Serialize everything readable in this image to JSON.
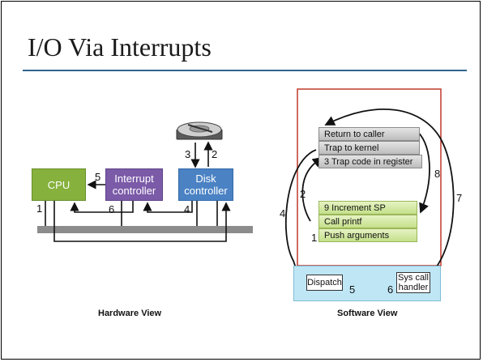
{
  "title": "I/O Via Interrupts",
  "hardware": {
    "cpu_label": "CPU",
    "interrupt_controller_label": "Interrupt controller",
    "disk_controller_label": "Disk controller",
    "steps": [
      "1",
      "2",
      "3",
      "4",
      "5",
      "6"
    ],
    "caption": "Hardware View"
  },
  "software": {
    "kernel_stack": [
      "Return to caller",
      "Trap to kernel",
      "3 Trap code in register"
    ],
    "user_stack": [
      "9 Increment SP",
      "Call printf",
      "Push arguments"
    ],
    "dispatch_label": "Dispatch",
    "handler_label": "Sys call handler",
    "steps": [
      "1",
      "2",
      "4",
      "5",
      "6",
      "7",
      "8"
    ],
    "caption": "Software View"
  },
  "colors": {
    "title_rule": "#2f6690",
    "cpu": "#86b13c",
    "interrupt_controller": "#7b5aa8",
    "disk_controller": "#4a82c4",
    "bus": "#8c8c8c",
    "user_space_border": "#c0392b",
    "kernel_area": "#bfe6f5"
  }
}
